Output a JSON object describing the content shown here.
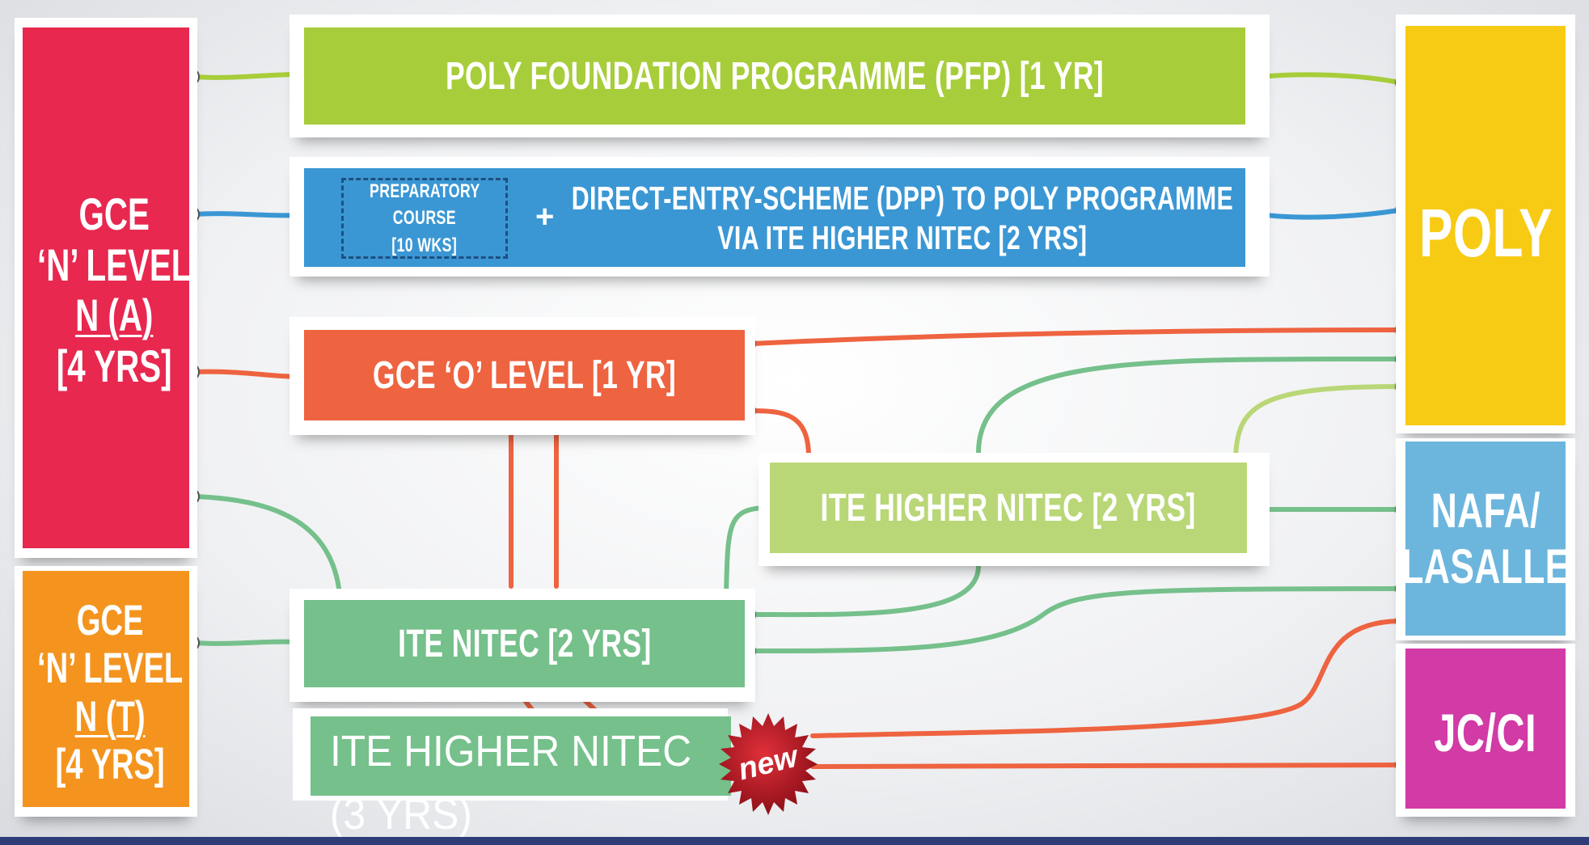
{
  "left": {
    "na": {
      "lines": [
        "GCE",
        "‘N’ LEVEL",
        "N (A)",
        "[4 YRS]"
      ],
      "color": "#e8284f"
    },
    "nt": {
      "lines": [
        "GCE",
        "‘N’ LEVEL",
        "N (T)",
        "[4 YRS]"
      ],
      "color": "#f4941e"
    }
  },
  "middle": {
    "pfp": {
      "label": "POLY FOUNDATION PROGRAMME (PFP) [1 YR]",
      "color": "#a7cd3a"
    },
    "dpp": {
      "prep_lines": [
        "PREPARATORY",
        "COURSE",
        "[10 WKS]"
      ],
      "plus": "+",
      "main_lines": [
        "DIRECT-ENTRY-SCHEME (DPP) TO POLY PROGRAMME",
        "VIA ITE HIGHER NITEC [2 YRS]"
      ],
      "color": "#3a97d4"
    },
    "olevel": {
      "label": "GCE ‘O’ LEVEL [1 YR]",
      "color": "#ee6340"
    },
    "higher_nitec": {
      "label": "ITE HIGHER NITEC [2 YRS]",
      "color": "#b9d777"
    },
    "nitec": {
      "label": "ITE NITEC [2 YRS]",
      "color": "#75c08b"
    },
    "higher_nitec_3": {
      "line1": "ITE HIGHER NITEC",
      "line2": "(3 YRS)",
      "color": "#75c08b"
    },
    "new_badge": "new"
  },
  "right": {
    "poly": {
      "label": "POLY",
      "color": "#f7cb14"
    },
    "nafa": {
      "lines": [
        "NAFA/",
        "LASALLE"
      ],
      "color": "#6cb6dd"
    },
    "jc": {
      "label": "JC/CI",
      "color": "#d23aa6"
    }
  }
}
